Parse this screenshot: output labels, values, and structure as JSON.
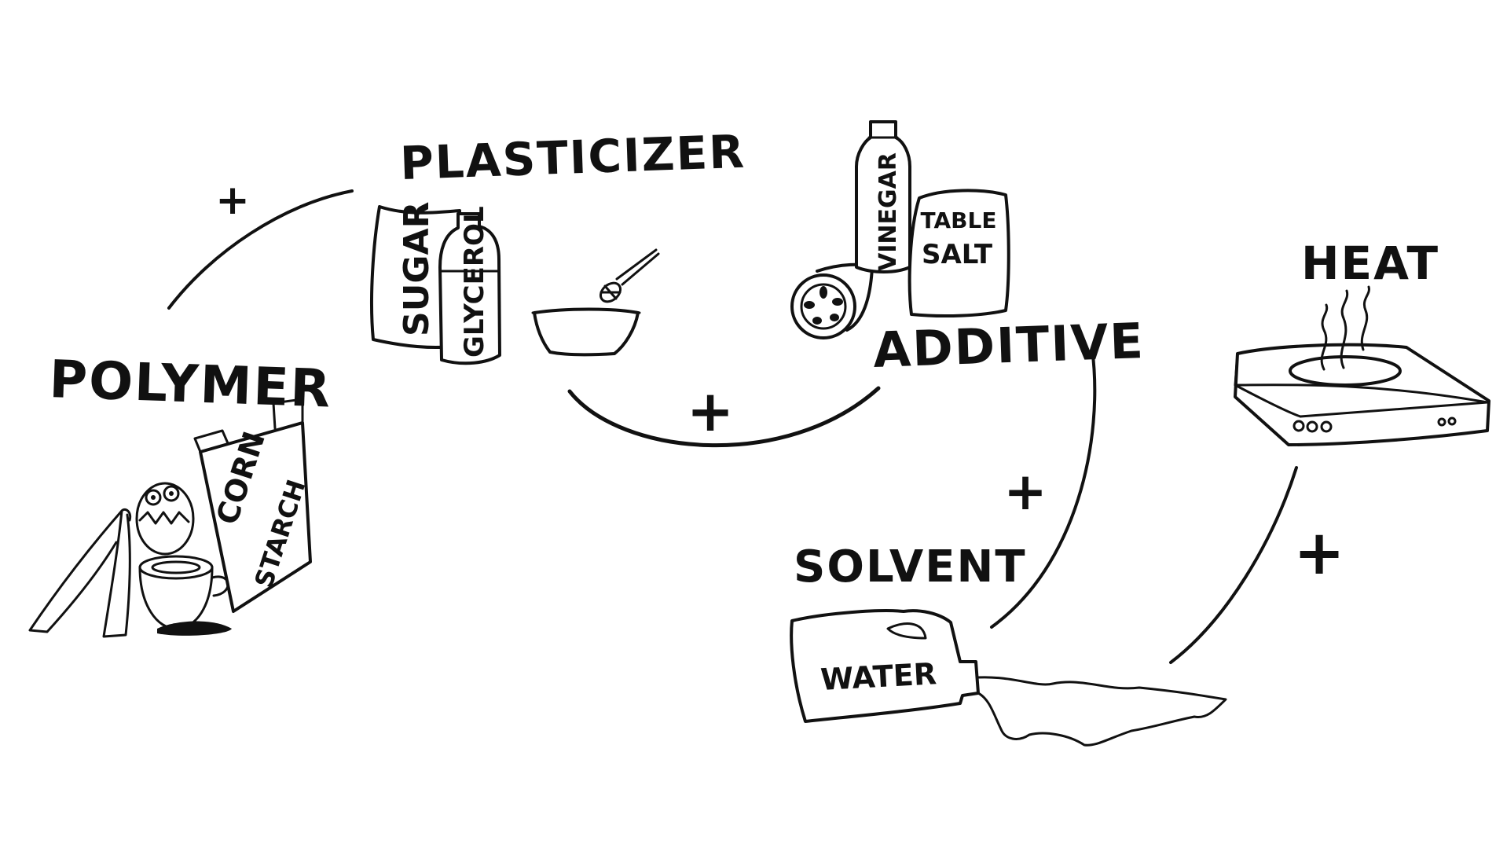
{
  "labels": {
    "polymer": "POLYMER",
    "plasticizer": "PLASTICIZER",
    "additive": "ADDITIVE",
    "solvent": "SOLVENT",
    "heat": "HEAT"
  },
  "items": {
    "corn_line1": "CORN",
    "corn_line2": "STARCH",
    "sugar": "SUGAR",
    "glycerol": "GLYCEROL",
    "vinegar": "VINEGAR",
    "salt_line1": "TABLE",
    "salt_line2": "SALT",
    "water": "WATER"
  },
  "connectors": {
    "plus": "+"
  }
}
